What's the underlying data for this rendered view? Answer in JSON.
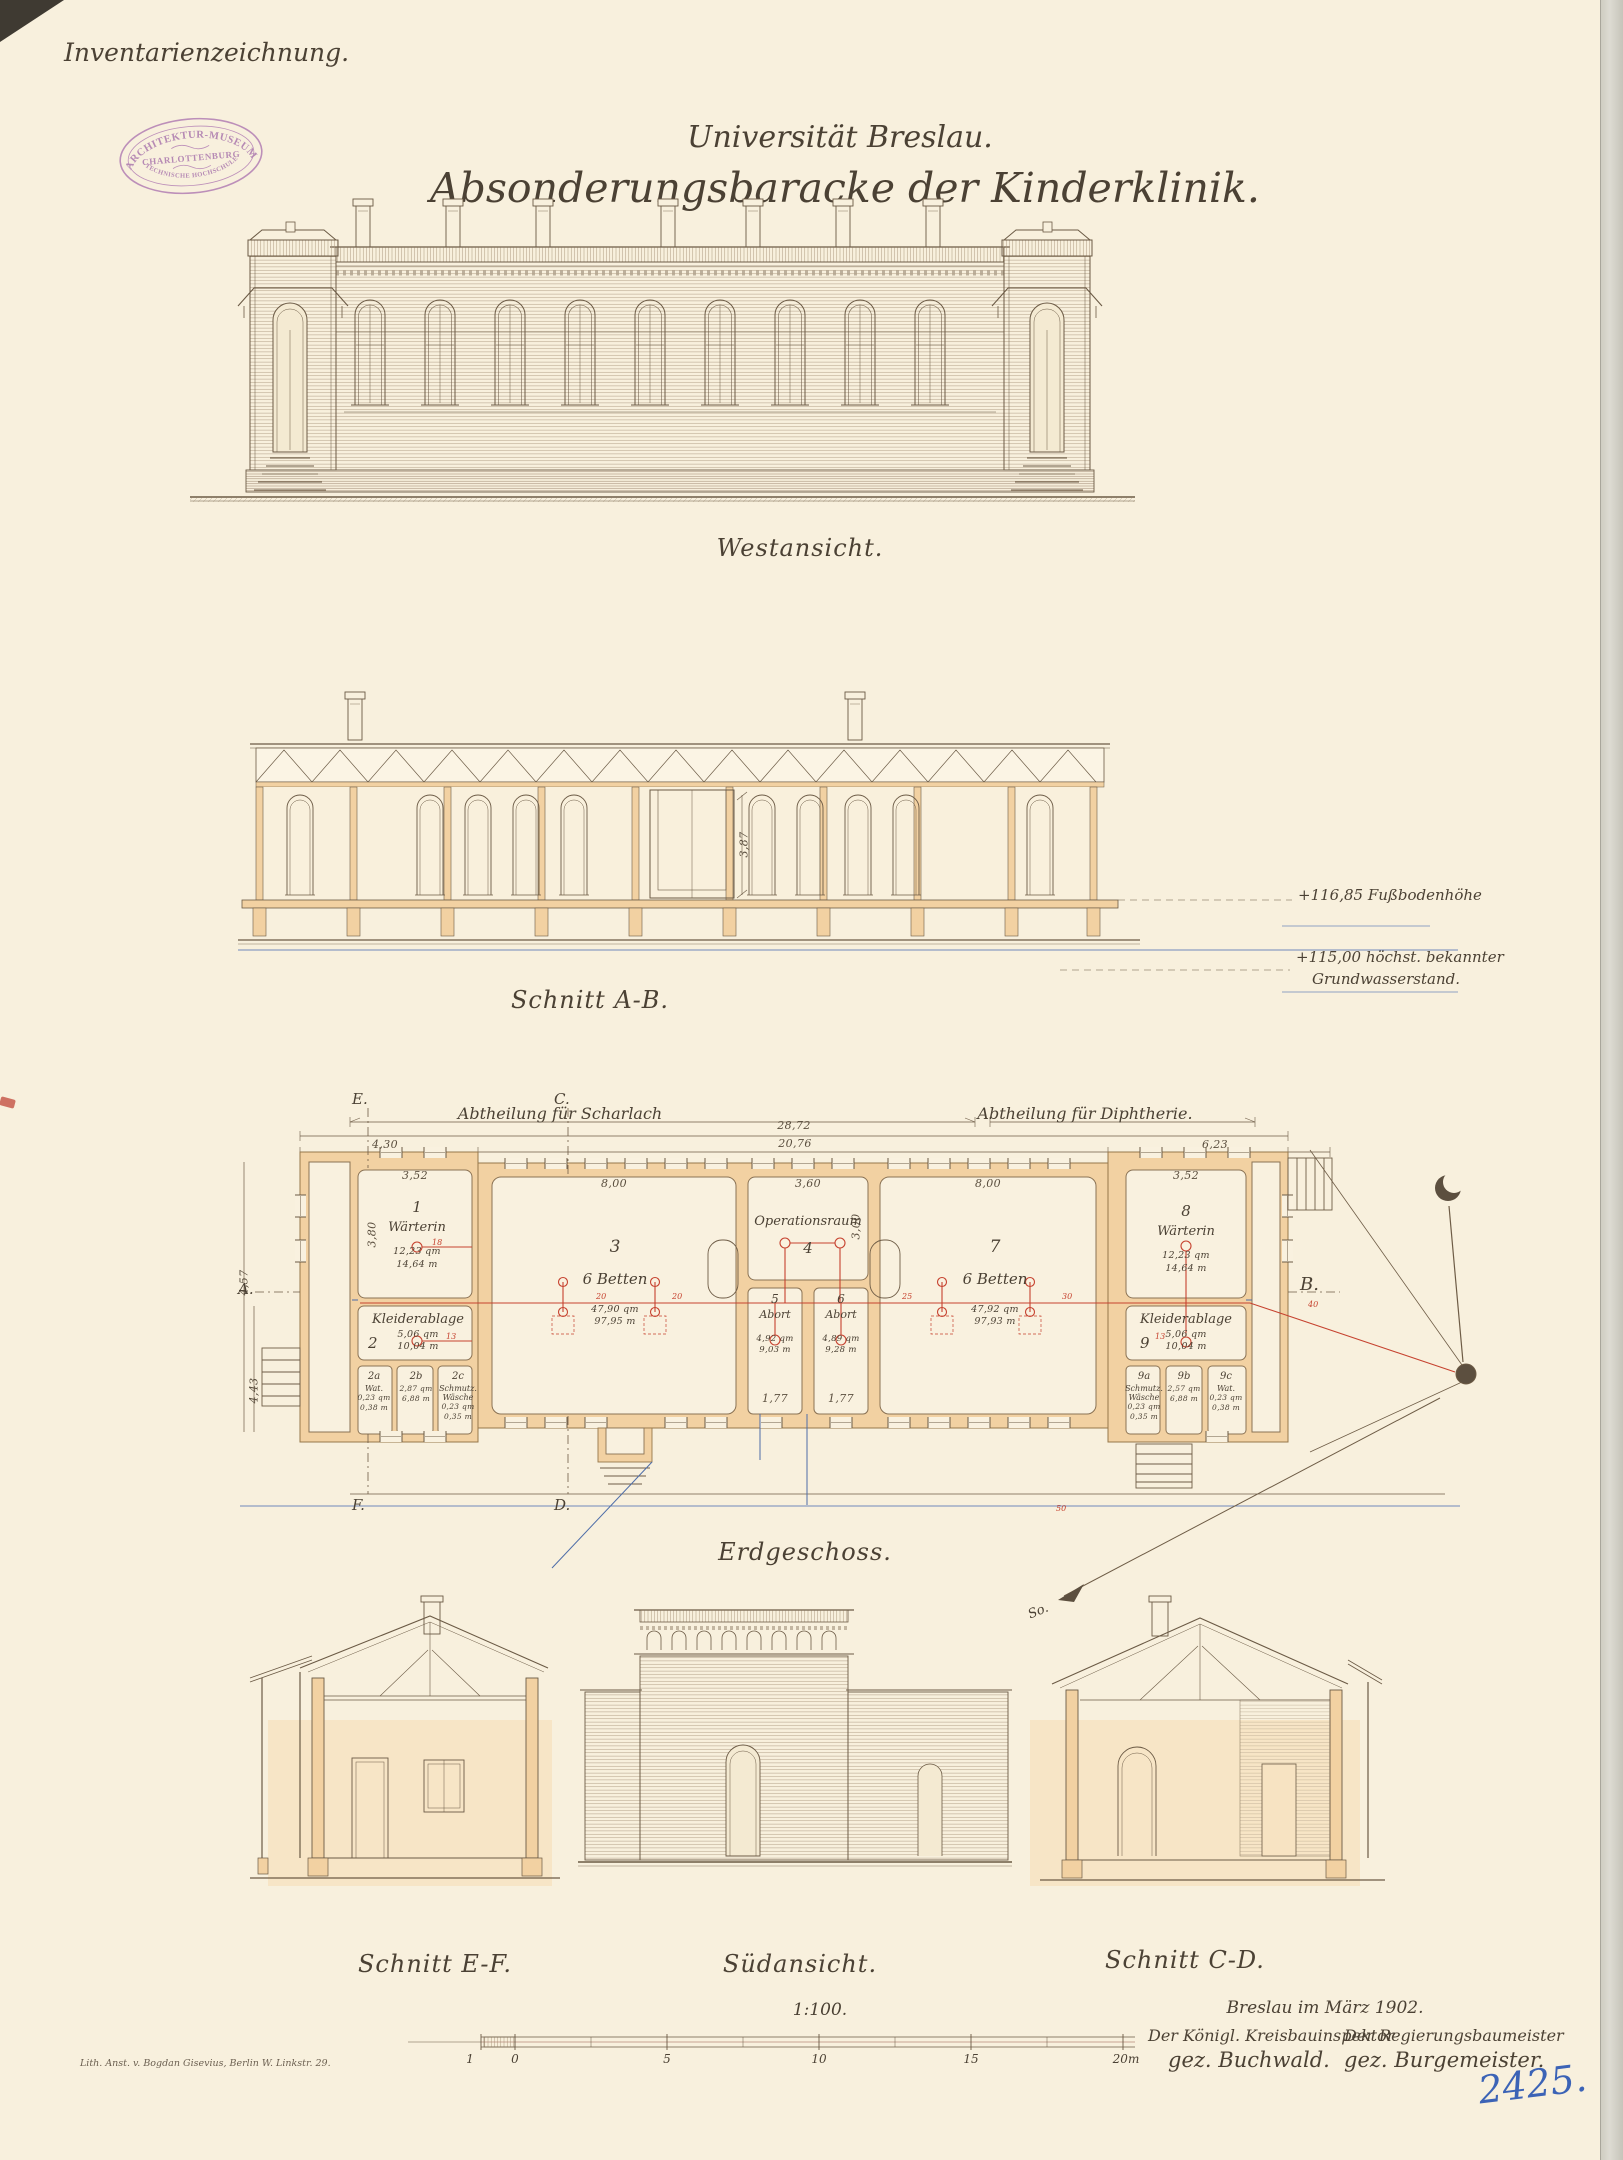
{
  "doc": {
    "annotation": "Inventarienzeichnung.",
    "title": "Universität Breslau.",
    "subtitle": "Absonderungsbaracke der Kinderklinik.",
    "imprint": "Lith. Anst. v. Bogdan Gisevius, Berlin W. Linkstr. 29.",
    "number": "2425.",
    "stamp": {
      "l1": "ARCHITEKTUR-MUSEUM",
      "l2": "CHARLOTTENBURG",
      "l3": "TECHNISCHE HOCHSCHULE"
    }
  },
  "captions": {
    "west": "Westansicht.",
    "ab": "Schnitt A-B.",
    "eg": "Erdgeschoss.",
    "ef": "Schnitt E-F.",
    "sued": "Südansicht.",
    "cd": "Schnitt C-D."
  },
  "section_ab": {
    "floor": "+116,85 Fußbodenhöhe",
    "gw1": "+115,00 höchst. bekannter",
    "gw2": "Grundwasserstand."
  },
  "plan": {
    "dept_left": "Abtheilung für Scharlach",
    "dept_right": "Abtheilung für Diphtherie.",
    "dims": [
      "28,72",
      "20,76",
      "4,30",
      "6,23",
      "3,52",
      "8,00",
      "3,60",
      "8,00",
      "3,52",
      "3,80",
      "3,00",
      "1,77",
      "1,77",
      "4,57",
      "4,43",
      "3,87"
    ],
    "pipes": [
      "18",
      "13",
      "20",
      "20",
      "25",
      "30",
      "40",
      "50",
      "13"
    ],
    "markers": {
      "a": "A.",
      "b": "B.",
      "c": "C.",
      "d": "D.",
      "e": "E.",
      "f": "F.",
      "so": "So."
    },
    "rooms": {
      "r1": {
        "no": "1",
        "name": "Wärterin",
        "area": "12,23 qm",
        "vol": "14,64 m"
      },
      "r2": {
        "no": "2",
        "name": "Kleiderablage",
        "area": "5,06 qm",
        "vol": "10,04 m"
      },
      "r2a": {
        "no": "2a",
        "name": "Wat.",
        "area": "0,23 qm",
        "vol": "0,38 m"
      },
      "r2b": {
        "no": "2b",
        "name": "",
        "area": "2,87 qm",
        "vol": "6,88 m"
      },
      "r2c": {
        "no": "2c",
        "name": "Schmutz. Wäsche",
        "area": "0,23 qm",
        "vol": "0,35 m"
      },
      "r3": {
        "no": "3",
        "name": "6 Betten",
        "area": "47,90 qm",
        "vol": "97,95 m"
      },
      "r4": {
        "no": "4",
        "name": "Operationsraum",
        "area": "",
        "vol": ""
      },
      "r5": {
        "no": "5",
        "name": "Abort",
        "area": "4,92 qm",
        "vol": "9,03 m"
      },
      "r6": {
        "no": "6",
        "name": "Abort",
        "area": "4,89 qm",
        "vol": "9,28 m"
      },
      "r7": {
        "no": "7",
        "name": "6 Betten",
        "area": "47,92 qm",
        "vol": "97,93 m"
      },
      "r8": {
        "no": "8",
        "name": "Wärterin",
        "area": "12,23 qm",
        "vol": "14,64 m"
      },
      "r9": {
        "no": "9",
        "name": "Kleiderablage",
        "area": "5,06 qm",
        "vol": "10,04 m"
      },
      "r9a": {
        "no": "9a",
        "name": "Schmutz. Wäsche",
        "area": "0,23 qm",
        "vol": "0,35 m"
      },
      "r9b": {
        "no": "9b",
        "name": "",
        "area": "2,57 qm",
        "vol": "6,88 m"
      },
      "r9c": {
        "no": "9c",
        "name": "Wat.",
        "area": "0,23 qm",
        "vol": "0,38 m"
      }
    }
  },
  "scale": {
    "ratio": "1:100.",
    "t1": "1",
    "t0": "0",
    "t5": "5",
    "t10": "10",
    "t15": "15",
    "t20": "20m"
  },
  "sign": {
    "date": "Breslau im März 1902.",
    "role_l": "Der Königl. Kreisbauinspektor",
    "sig_l": "gez. Buchwald.",
    "role_r": "Der Regierungsbaumeister",
    "sig_r": "gez. Burgemeister."
  }
}
